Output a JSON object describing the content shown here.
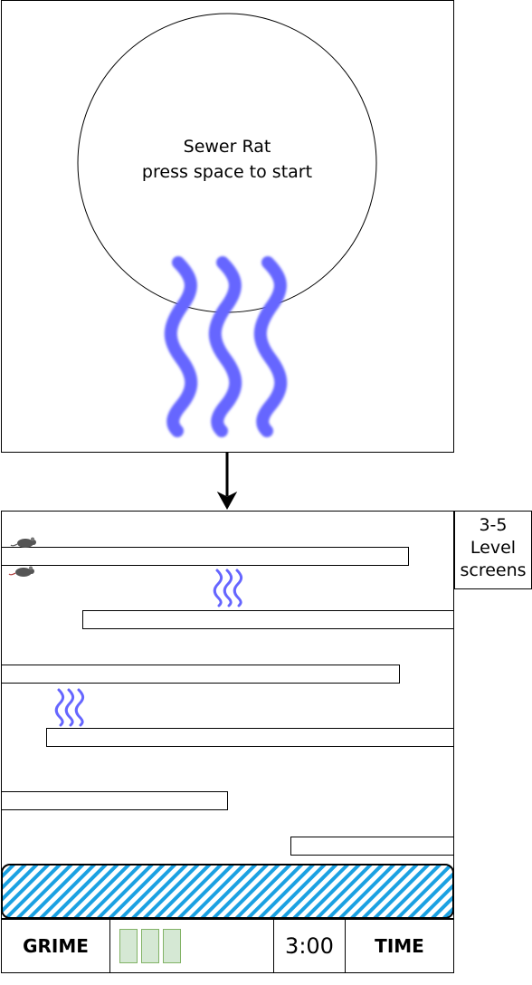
{
  "title_screen": {
    "title": "Sewer Rat",
    "prompt": "press space to start",
    "wavy_color": "#6666ff"
  },
  "level_screen": {
    "side_label": "3-5 Level screens"
  },
  "hud": {
    "grime_label": "GRIME",
    "grime_meter_blocks": 3,
    "timer": "3:00",
    "time_label": "TIME"
  },
  "colors": {
    "water": "#1ba1e2",
    "meter_fill": "#d5e8d4",
    "meter_border": "#82b366"
  }
}
